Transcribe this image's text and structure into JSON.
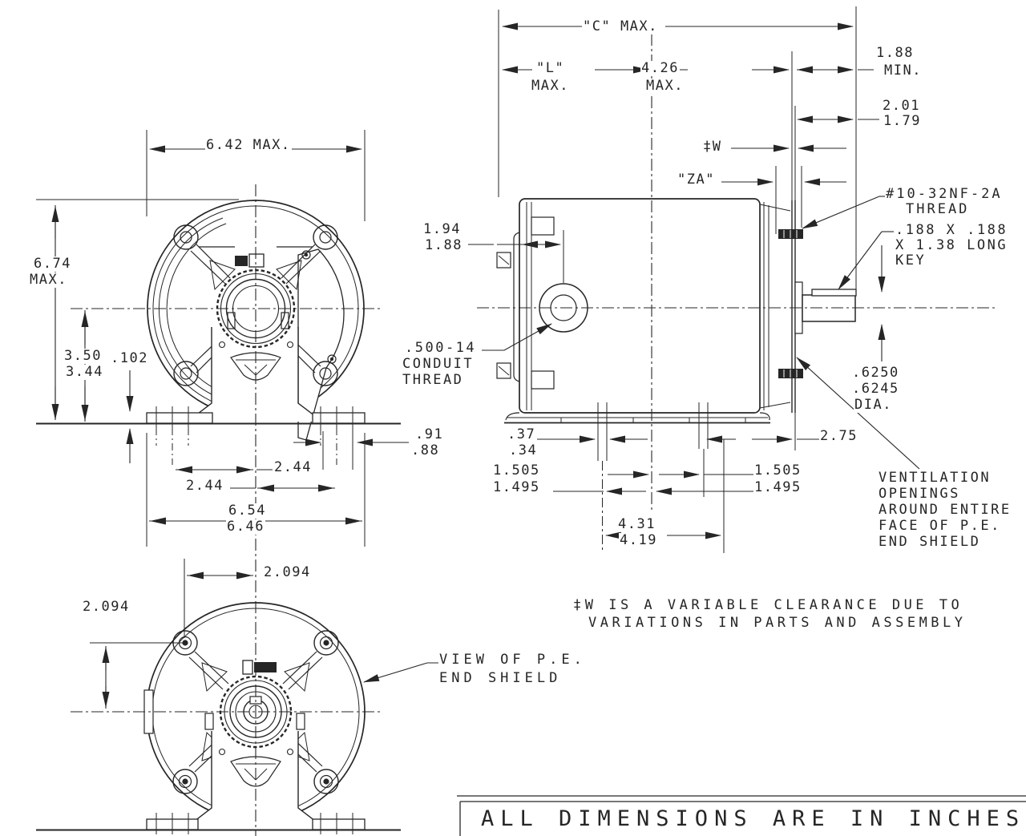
{
  "colors": {
    "line": "#262626",
    "background": "#ffffff"
  },
  "side": {
    "c_max": "\"C\" MAX.",
    "l": "\"L\"",
    "l_max": "MAX.",
    "d426": "4.26",
    "d426_max": "MAX.",
    "d188": "1.88",
    "d188_min": "MIN.",
    "d201": "2.01",
    "d179": "1.79",
    "w": "‡W",
    "za": "\"ZA\"",
    "thread1": "#10-32NF-2A",
    "thread2": "THREAD",
    "key1": ".188 X .188",
    "key2": "X 1.38 LONG",
    "key3": "KEY",
    "d194": "1.94",
    "d188b": "1.88",
    "cond1": ".500-14",
    "cond2": "CONDUIT",
    "cond3": "THREAD",
    "dia1": ".6250",
    "dia2": ".6245",
    "dia3": "DIA.",
    "d37": ".37",
    "d34": ".34",
    "d275": "2.75",
    "d1505_l": "1.505",
    "d1495_l": "1.495",
    "d1505_r": "1.505",
    "d1495_r": "1.495",
    "d431": "4.31",
    "d419": "4.19",
    "vent1": "VENTILATION",
    "vent2": "OPENINGS",
    "vent3": "AROUND ENTIRE",
    "vent4": "FACE OF P.E.",
    "vent5": "END SHIELD"
  },
  "front": {
    "d642": "6.42 MAX.",
    "d674": "6.74",
    "d674_max": "MAX.",
    "d350": "3.50",
    "d344": "3.44",
    "d102": ".102",
    "d91": ".91",
    "d88": ".88",
    "d244_1": "2.44",
    "d244_2": "2.44",
    "d654": "6.54",
    "d646": "6.46"
  },
  "pe": {
    "d2094_h": "2.094",
    "d2094_v": "2.094",
    "view1": "VIEW OF P.E.",
    "view2": "END SHIELD"
  },
  "notes": {
    "w1": "‡W IS A VARIABLE CLEARANCE DUE TO",
    "w2": "VARIATIONS IN PARTS AND ASSEMBLY",
    "units": "ALL DIMENSIONS ARE IN INCHES"
  }
}
